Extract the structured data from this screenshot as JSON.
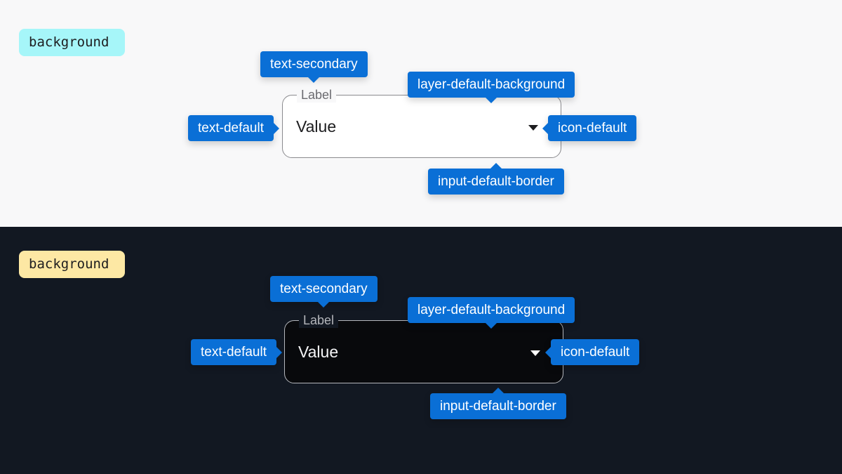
{
  "colors": {
    "light_background": "#f8f8f9",
    "dark_background": "#121822",
    "annotation_blue": "#0a6fd6",
    "light_chip": "#a6f6f9",
    "dark_chip": "#fde8a4"
  },
  "light": {
    "background_chip": "background",
    "field": {
      "label": "Label",
      "value": "Value",
      "icon": "chevron-down-icon"
    },
    "annotations": {
      "text_secondary": "text-secondary",
      "layer_default_background": "layer-default-background",
      "text_default": "text-default",
      "icon_default": "icon-default",
      "input_default_border": "input-default-border"
    }
  },
  "dark": {
    "background_chip": "background",
    "field": {
      "label": "Label",
      "value": "Value",
      "icon": "chevron-down-icon"
    },
    "annotations": {
      "text_secondary": "text-secondary",
      "layer_default_background": "layer-default-background",
      "text_default": "text-default",
      "icon_default": "icon-default",
      "input_default_border": "input-default-border"
    }
  }
}
